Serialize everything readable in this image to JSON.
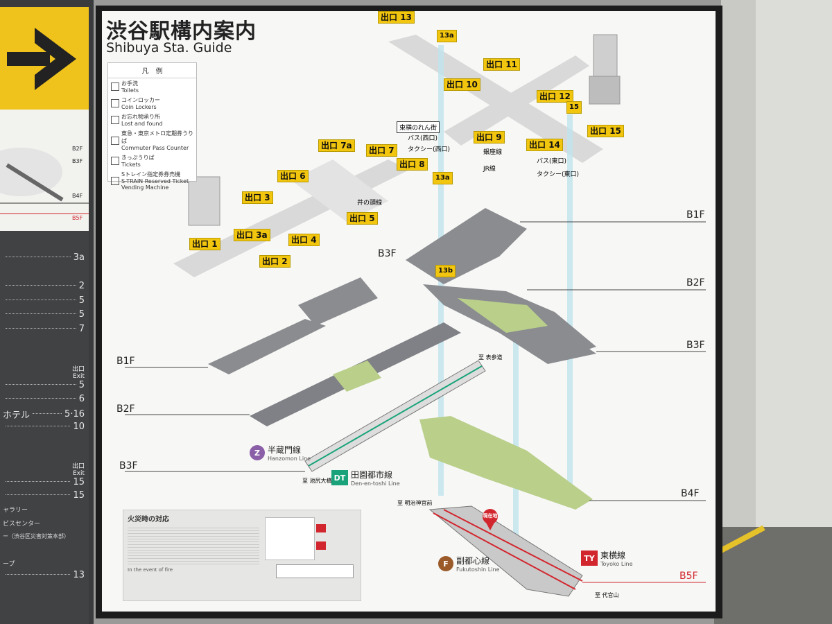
{
  "sign": {
    "title_jp": "渋谷駅構内案内",
    "title_en": "Shibuya Sta. Guide"
  },
  "legend": {
    "heading": "凡　例",
    "items": [
      {
        "icon": "toilet-icon",
        "label": "お手洗",
        "sub": "Toilets"
      },
      {
        "icon": "locker-icon",
        "label": "コインロッカー",
        "sub": "Coin Lockers"
      },
      {
        "icon": "lost-found-icon",
        "label": "お忘れ物承り所",
        "sub": "Lost and found"
      },
      {
        "icon": "pass-office-icon",
        "label": "東急・東京メトロ定期券うりば",
        "sub": "Commuter Pass Counter"
      },
      {
        "icon": "ticket-icon",
        "label": "きっぷうりば",
        "sub": "Tickets"
      },
      {
        "icon": "s-train-icon",
        "label": "Sトレイン指定券券売機",
        "sub": "S-TRAIN Reserved Ticket Vending Machine"
      }
    ]
  },
  "left_panel": {
    "floors": [
      "B2F",
      "B3F",
      "B4F",
      "B5F"
    ],
    "rows_a": [
      "3a",
      "2",
      "5",
      "5",
      "7"
    ],
    "exit_header_1": "出口",
    "exit_sub_1": "Exit",
    "rows_b": [
      "5",
      "6",
      "5·16",
      "10"
    ],
    "rows_b_labels": [
      "",
      "",
      "ホテル",
      ""
    ],
    "exit_header_2": "出口",
    "exit_sub_2": "Exit",
    "rows_c": [
      "15",
      "15"
    ],
    "bottom_labels": [
      "ャラリー",
      "ビスセンター",
      "ー（渋谷区災害対策本部）",
      "ープ"
    ],
    "bottom_value": "13"
  },
  "floors": [
    "B1F",
    "B2F",
    "B3F",
    "B1F",
    "B2F",
    "B3F",
    "B3F",
    "B4F",
    "B5F"
  ],
  "exit_label": "出口",
  "exits": [
    "13",
    "13a",
    "11",
    "10",
    "12",
    "15",
    "15",
    "9",
    "14",
    "7a",
    "7",
    "8",
    "6",
    "3",
    "5",
    "3a",
    "4",
    "1",
    "2",
    "13a",
    "13b"
  ],
  "lines": {
    "hanzomon": {
      "mark": "Z",
      "jp": "半蔵門線",
      "en": "Hanzomon Line",
      "color": "#8b5fa8"
    },
    "dento": {
      "mark": "DT",
      "jp": "田園都市線",
      "en": "Den-en-toshi Line",
      "color": "#1aa37a"
    },
    "fukutoshin": {
      "mark": "F",
      "jp": "副都心線",
      "en": "Fukutoshin Line",
      "color": "#9b5a2a"
    },
    "toyoko": {
      "mark": "TY",
      "jp": "東横線",
      "en": "Toyoko Line",
      "color": "#d2262e"
    }
  },
  "surface_labels": {
    "tokyu": "東横のれん街",
    "bus_west": "バス(西口)",
    "taxi_west": "タクシー(西口)",
    "ginza": "銀座線",
    "jr": "JR線",
    "bus_east": "バス(東口)",
    "taxi_east": "タクシー(東口)",
    "inokashira": "井の頭線"
  },
  "directions": {
    "omotesando": "至 表参道",
    "ikejiri": "至 池尻大橋",
    "meiji": "至 明治神宮前",
    "daikanyama": "至 代官山"
  },
  "current_location": "現在地",
  "fire_notice": {
    "heading": "火災時の対応",
    "en_heading": "In the event of fire"
  },
  "colors": {
    "sign_yellow": "#f2c50e",
    "concourse_gray": "#8a8c90",
    "platform_green": "#b9cf8a",
    "glass_blue": "#bfe3ee",
    "toyoko_red": "#d2262e"
  }
}
